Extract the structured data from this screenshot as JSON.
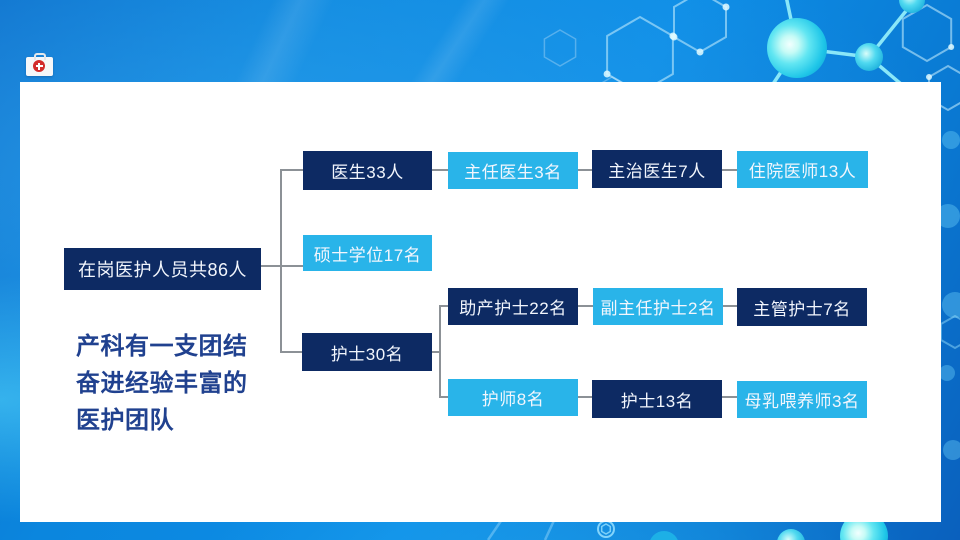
{
  "slide": {
    "caption": [
      "产科有一支团结",
      "奋进经验丰富的",
      "医护团队"
    ],
    "colors": {
      "background_blue": "#0b86de",
      "node_dark_navy": "#0d2a63",
      "node_light_blue": "#29b4e9",
      "connector_gray": "#8c9196",
      "caption_text": "#20418f",
      "molecule_cyan": "#35d9ef"
    },
    "icons": {
      "first_aid_kit": "first-aid-kit-icon",
      "molecule": "molecule-decoration-icon",
      "atom_ring": "atom-ring-icon"
    }
  },
  "org_chart": {
    "root": "在岗医护人员共86人",
    "doctor_branch": [
      "医生33人",
      "主任医生3名",
      "主治医生7人",
      "住院医师13人"
    ],
    "master_degree_branch": [
      "硕士学位17名"
    ],
    "nurse_branch_root": "护士30名",
    "midwife_branch": [
      "助产护士22名",
      "副主任护士2名",
      "主管护士7名"
    ],
    "junior_nurse_branch": [
      "护师8名",
      "护士13名",
      "母乳喂养师3名"
    ]
  }
}
